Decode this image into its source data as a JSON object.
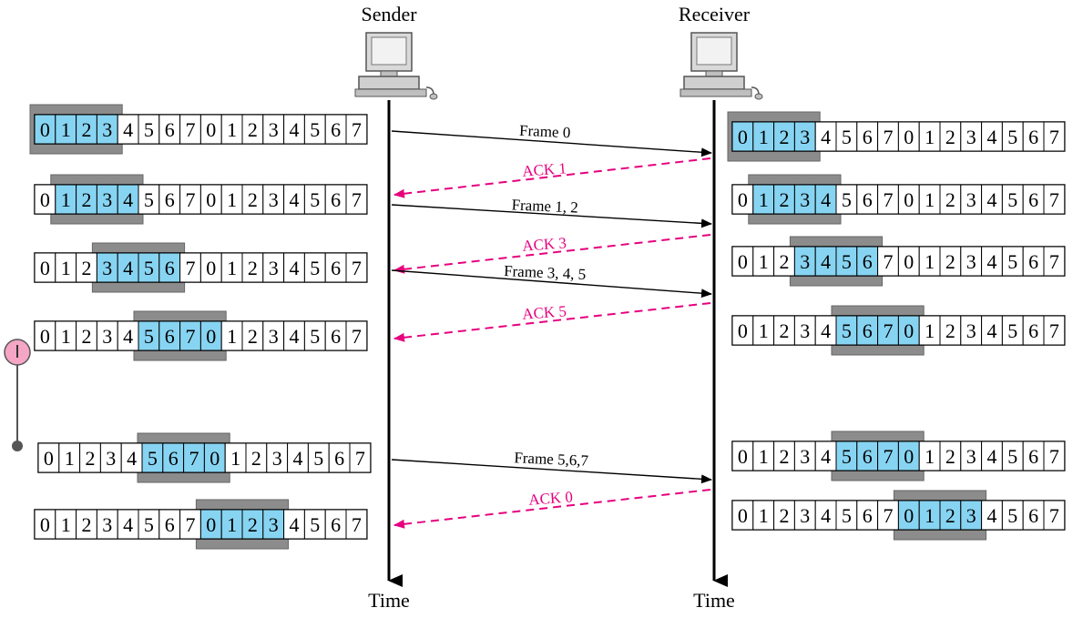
{
  "labels": {
    "sender": "Sender",
    "receiver": "Receiver",
    "time_sender": "Time",
    "time_receiver": "Time"
  },
  "colors": {
    "window_frame": "#8c8c8c",
    "window_cell": "#87d4f2",
    "ack": "#e6007e",
    "timer": "#f4a6c4",
    "line": "#000000"
  },
  "icons": {
    "host": "computer-icon",
    "timer": "timer-icon"
  },
  "sender_rows": [
    {
      "cells": [
        "0",
        "1",
        "2",
        "3",
        "4",
        "5",
        "6",
        "7",
        "0",
        "1",
        "2",
        "3",
        "4",
        "5",
        "6",
        "7"
      ],
      "win_start": 0,
      "win_size": 4
    },
    {
      "cells": [
        "0",
        "1",
        "2",
        "3",
        "4",
        "5",
        "6",
        "7",
        "0",
        "1",
        "2",
        "3",
        "4",
        "5",
        "6",
        "7"
      ],
      "win_start": 1,
      "win_size": 4
    },
    {
      "cells": [
        "0",
        "1",
        "2",
        "3",
        "4",
        "5",
        "6",
        "7",
        "0",
        "1",
        "2",
        "3",
        "4",
        "5",
        "6",
        "7"
      ],
      "win_start": 3,
      "win_size": 4
    },
    {
      "cells": [
        "0",
        "1",
        "2",
        "3",
        "4",
        "5",
        "6",
        "7",
        "0",
        "1",
        "2",
        "3",
        "4",
        "5",
        "6",
        "7"
      ],
      "win_start": 5,
      "win_size": 4
    },
    {
      "cells": [
        "0",
        "1",
        "2",
        "3",
        "4",
        "5",
        "6",
        "7",
        "0",
        "1",
        "2",
        "3",
        "4",
        "5",
        "6",
        "7"
      ],
      "win_start": 5,
      "win_size": 4
    },
    {
      "cells": [
        "0",
        "1",
        "2",
        "3",
        "4",
        "5",
        "6",
        "7",
        "0",
        "1",
        "2",
        "3",
        "4",
        "5",
        "6",
        "7"
      ],
      "win_start": 8,
      "win_size": 4
    }
  ],
  "receiver_rows": [
    {
      "cells": [
        "0",
        "1",
        "2",
        "3",
        "4",
        "5",
        "6",
        "7",
        "0",
        "1",
        "2",
        "3",
        "4",
        "5",
        "6",
        "7"
      ],
      "win_start": 0,
      "win_size": 4
    },
    {
      "cells": [
        "0",
        "1",
        "2",
        "3",
        "4",
        "5",
        "6",
        "7",
        "0",
        "1",
        "2",
        "3",
        "4",
        "5",
        "6",
        "7"
      ],
      "win_start": 1,
      "win_size": 4
    },
    {
      "cells": [
        "0",
        "1",
        "2",
        "3",
        "4",
        "5",
        "6",
        "7",
        "0",
        "1",
        "2",
        "3",
        "4",
        "5",
        "6",
        "7"
      ],
      "win_start": 3,
      "win_size": 4
    },
    {
      "cells": [
        "0",
        "1",
        "2",
        "3",
        "4",
        "5",
        "6",
        "7",
        "0",
        "1",
        "2",
        "3",
        "4",
        "5",
        "6",
        "7"
      ],
      "win_start": 5,
      "win_size": 4
    },
    {
      "cells": [
        "0",
        "1",
        "2",
        "3",
        "4",
        "5",
        "6",
        "7",
        "0",
        "1",
        "2",
        "3",
        "4",
        "5",
        "6",
        "7"
      ],
      "win_start": 5,
      "win_size": 4
    },
    {
      "cells": [
        "0",
        "1",
        "2",
        "3",
        "4",
        "5",
        "6",
        "7",
        "0",
        "1",
        "2",
        "3",
        "4",
        "5",
        "6",
        "7"
      ],
      "win_start": 8,
      "win_size": 4
    }
  ],
  "messages": [
    {
      "label": "Frame 0",
      "kind": "frame"
    },
    {
      "label": "ACK 1",
      "kind": "ack"
    },
    {
      "label": "Frame 1, 2",
      "kind": "frame"
    },
    {
      "label": "ACK 3",
      "kind": "ack"
    },
    {
      "label": "Frame 3, 4, 5",
      "kind": "frame"
    },
    {
      "label": "ACK 5",
      "kind": "ack"
    },
    {
      "label": "Frame 5,6,7",
      "kind": "frame"
    },
    {
      "label": "ACK 0",
      "kind": "ack"
    }
  ]
}
